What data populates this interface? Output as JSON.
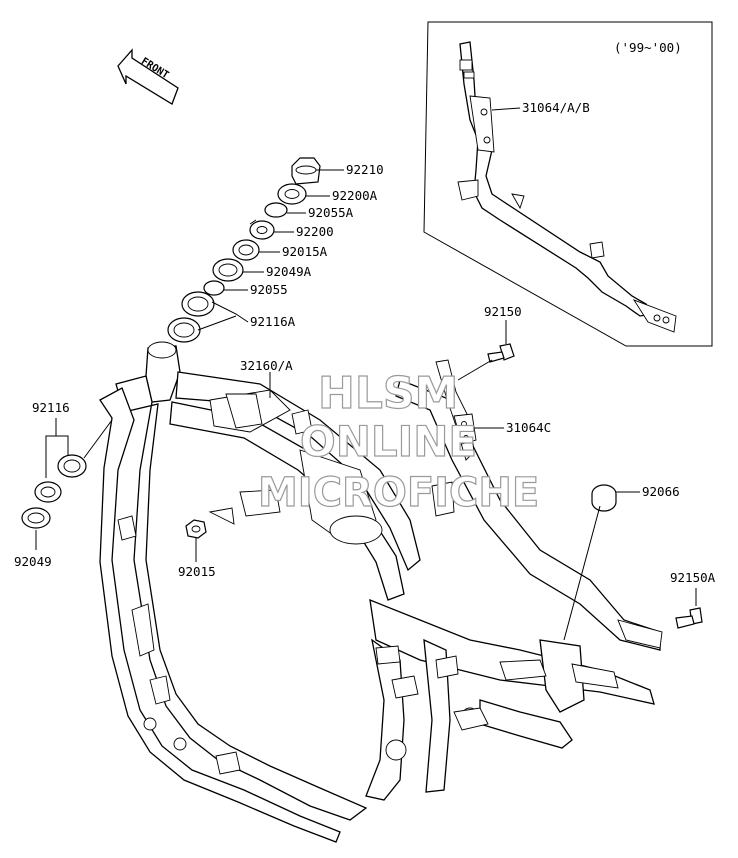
{
  "diagram": {
    "front_arrow_text": "FRONT",
    "inset_years": "('99~'00)",
    "watermark": {
      "line1": "HLSM",
      "line2": "ONLINE",
      "line3": "MICROFICHE"
    },
    "parts": [
      {
        "id": "p92210",
        "label": "92210"
      },
      {
        "id": "p92200A",
        "label": "92200A"
      },
      {
        "id": "p92055A",
        "label": "92055A"
      },
      {
        "id": "p92200",
        "label": "92200"
      },
      {
        "id": "p92015A",
        "label": "92015A"
      },
      {
        "id": "p92049A",
        "label": "92049A"
      },
      {
        "id": "p92055",
        "label": "92055"
      },
      {
        "id": "p92116A",
        "label": "92116A"
      },
      {
        "id": "p32160A",
        "label": "32160/A"
      },
      {
        "id": "p92116",
        "label": "92116"
      },
      {
        "id": "p92049",
        "label": "92049"
      },
      {
        "id": "p92015",
        "label": "92015"
      },
      {
        "id": "p31064AB",
        "label": "31064/A/B"
      },
      {
        "id": "p92150",
        "label": "92150"
      },
      {
        "id": "p31064C",
        "label": "31064C"
      },
      {
        "id": "p92066",
        "label": "92066"
      },
      {
        "id": "p92150A",
        "label": "92150A"
      }
    ]
  }
}
